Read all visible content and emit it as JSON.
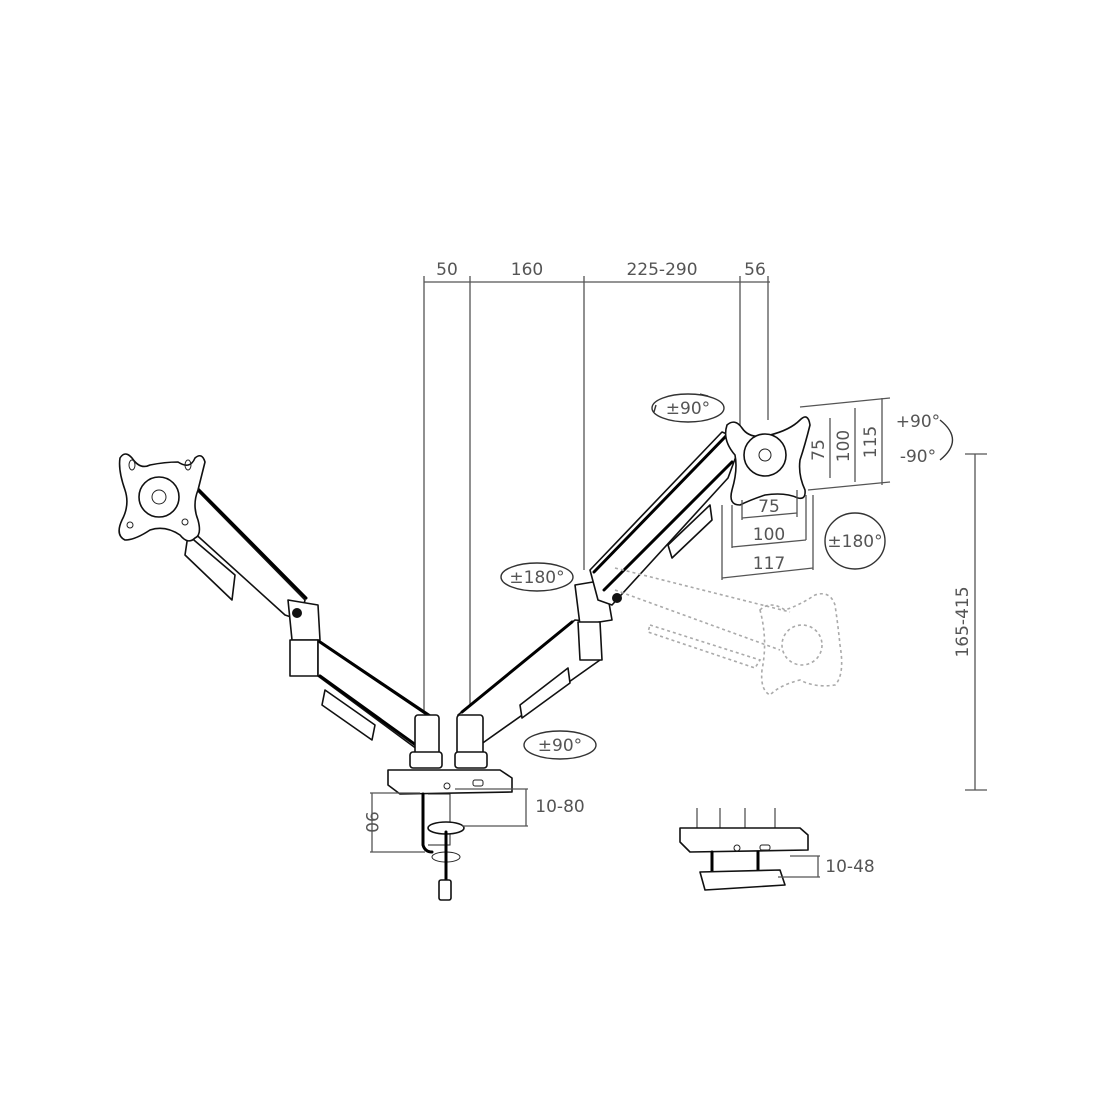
{
  "diagram": {
    "type": "technical-drawing",
    "subject": "dual monitor gas-spring arm with desk clamp and grommet mount",
    "colors": {
      "line": "#111111",
      "dimension": "#555555",
      "ghost": "#aaaaaa",
      "background": "#ffffff"
    }
  },
  "dimensions_top": {
    "seg1": "50",
    "seg2": "160",
    "seg3": "225-290",
    "seg4": "56"
  },
  "vesa": {
    "vertical": [
      "75",
      "100",
      "115"
    ],
    "horizontal": [
      "75",
      "100",
      "117"
    ]
  },
  "rotations": {
    "tilt_top": "±90°",
    "tilt_plus": "+90°",
    "tilt_minus": "-90°",
    "rotate_plate": "±180°",
    "elbow_swivel": "±180°",
    "base_swivel": "±90°"
  },
  "height_range": "165-415",
  "clamp": {
    "height": "90",
    "desk_thickness": "10-80"
  },
  "grommet": {
    "desk_thickness": "10-48"
  }
}
